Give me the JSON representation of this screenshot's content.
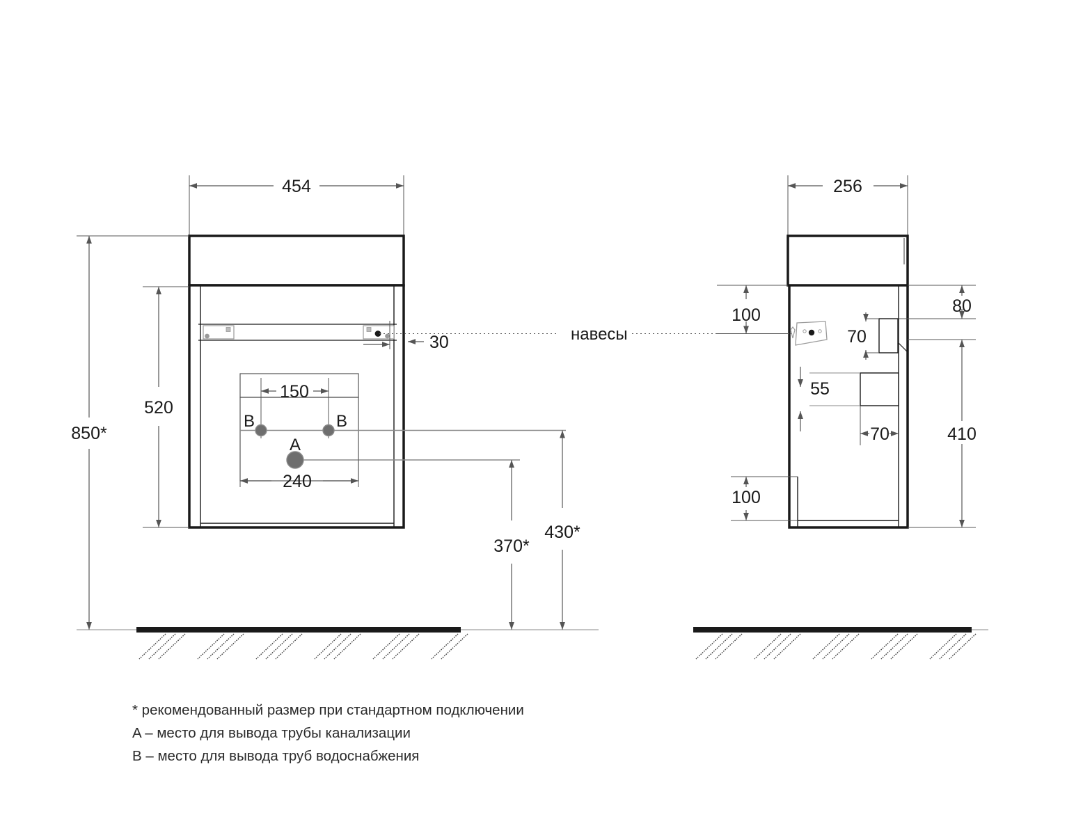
{
  "drawing": {
    "title_semantic": "bathroom-vanity-cabinet-technical-drawing",
    "units": "mm",
    "views": [
      {
        "id": "front",
        "name": "front-elevation"
      },
      {
        "id": "side",
        "name": "side-elevation"
      }
    ]
  },
  "front_view": {
    "dimensions": {
      "width_total": "454",
      "height_total": "850*",
      "body_height": "520",
      "hanger_inset": "30",
      "water_pipe_spacing": "150",
      "drain_zone_width": "240",
      "drain_height": "370*",
      "water_height": "430*"
    },
    "markers": {
      "drain_label": "A",
      "water_left_label": "B",
      "water_right_label": "B"
    }
  },
  "side_view": {
    "dimensions": {
      "depth_total": "256",
      "hanger_from_top": "100",
      "bracket_height": "70",
      "shelf_offset": "55",
      "shelf_depth": "70",
      "plinth_height": "100",
      "top_to_bracket": "80",
      "bracket_to_bottom": "410"
    }
  },
  "annotations": {
    "hangers_label": "навесы"
  },
  "legend": {
    "lines": [
      "* рекомендованный размер при стандартном подключении",
      "A – место для вывода трубы канализации",
      "B – место для вывода труб водоснабжения"
    ]
  },
  "colors": {
    "outline": "#1a1a1a",
    "thin_line": "#555555",
    "dim_line": "#555555",
    "marker_fill": "#6e6e6e",
    "marker_stroke": "#8a8a8a",
    "hanger_stroke": "#9a9a9a",
    "floor": "#1a1a1a",
    "hatch": "#3a3a3a",
    "background": "#ffffff"
  }
}
